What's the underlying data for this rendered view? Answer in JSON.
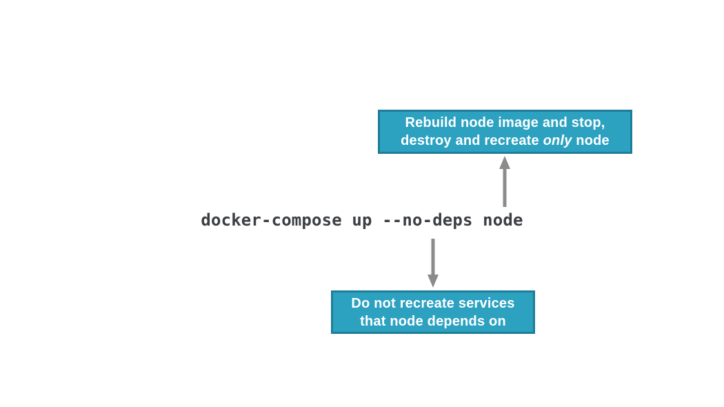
{
  "diagram": {
    "command": "docker-compose up --no-deps node",
    "top_box": {
      "line1": "Rebuild node image and stop,",
      "line2_pre": "destroy and recreate ",
      "line2_italic": "only",
      "line2_post": " node"
    },
    "bottom_box": {
      "line1": "Do not recreate services",
      "line2": "that node depends on"
    },
    "icons": {
      "up_arrow": "arrow-up-icon",
      "down_arrow": "arrow-down-icon"
    },
    "colors": {
      "box_fill": "#2CA1C0",
      "box_border": "#1E7D98",
      "box_text": "#FFFFFF",
      "arrow": "#8B8B8B",
      "command_text": "#3B3E43",
      "background": "#FFFFFF"
    }
  }
}
